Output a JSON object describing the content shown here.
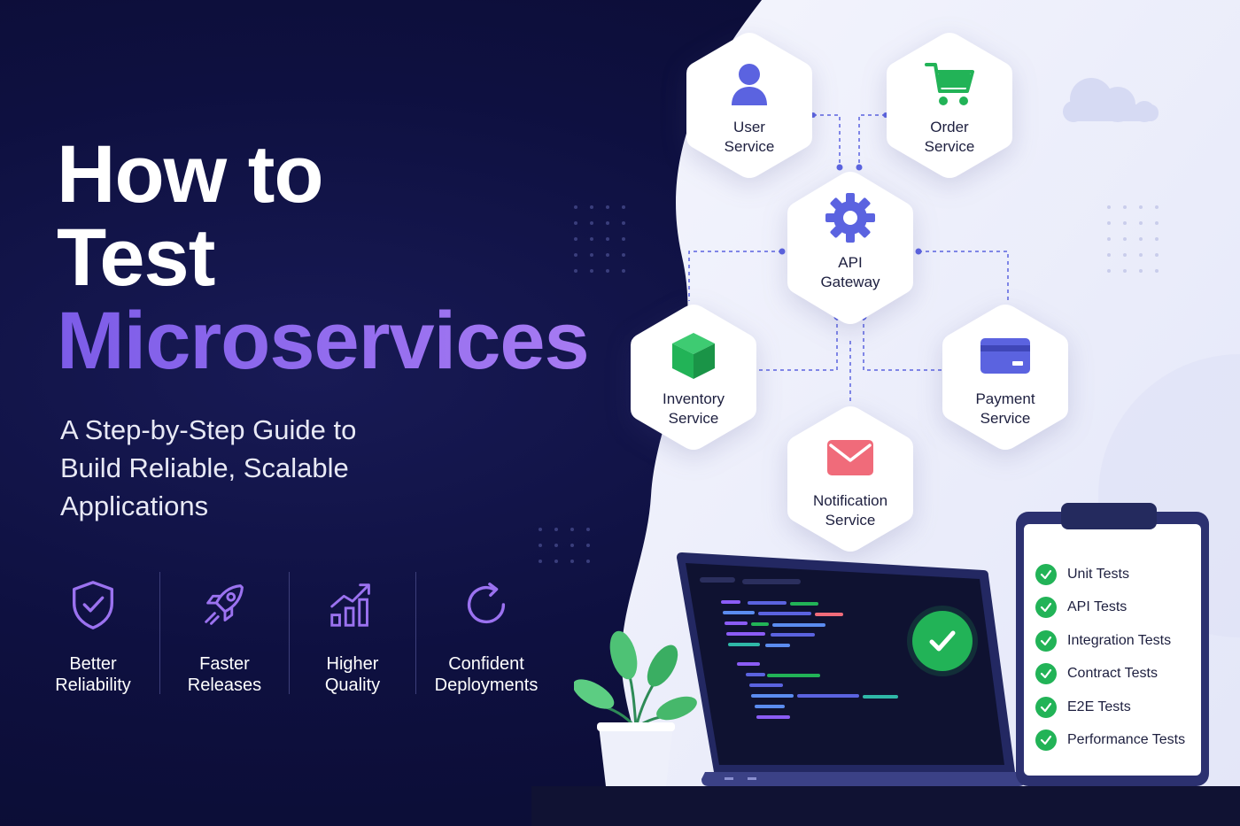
{
  "hero": {
    "title_line1": "How to",
    "title_line2": "Test",
    "title_accent": "Microservices",
    "subtitle_lines": [
      "A Step-by-Step Guide to",
      "Build Reliable, Scalable",
      "Applications"
    ]
  },
  "benefits": [
    {
      "icon": "shield-check-icon",
      "line1": "Better",
      "line2": "Reliability"
    },
    {
      "icon": "rocket-icon",
      "line1": "Faster",
      "line2": "Releases"
    },
    {
      "icon": "bar-chart-up-icon",
      "line1": "Higher",
      "line2": "Quality"
    },
    {
      "icon": "refresh-icon",
      "line1": "Confident",
      "line2": "Deployments"
    }
  ],
  "services": {
    "user": {
      "line1": "User",
      "line2": "Service",
      "icon": "user-icon"
    },
    "order": {
      "line1": "Order",
      "line2": "Service",
      "icon": "shopping-cart-icon"
    },
    "gateway": {
      "line1": "API",
      "line2": "Gateway",
      "icon": "gear-icon"
    },
    "inventory": {
      "line1": "Inventory",
      "line2": "Service",
      "icon": "box-icon"
    },
    "payment": {
      "line1": "Payment",
      "line2": "Service",
      "icon": "credit-card-icon"
    },
    "notification": {
      "line1": "Notification",
      "line2": "Service",
      "icon": "envelope-icon"
    }
  },
  "checklist": [
    "Unit Tests",
    "API Tests",
    "Integration Tests",
    "Contract Tests",
    "E2E Tests",
    "Performance Tests"
  ],
  "colors": {
    "background": "#0e1038",
    "accent_purple": "#8b5cf6",
    "icon_blue": "#5b63e0",
    "success_green": "#22b357",
    "panel_light": "#eef0fb"
  }
}
